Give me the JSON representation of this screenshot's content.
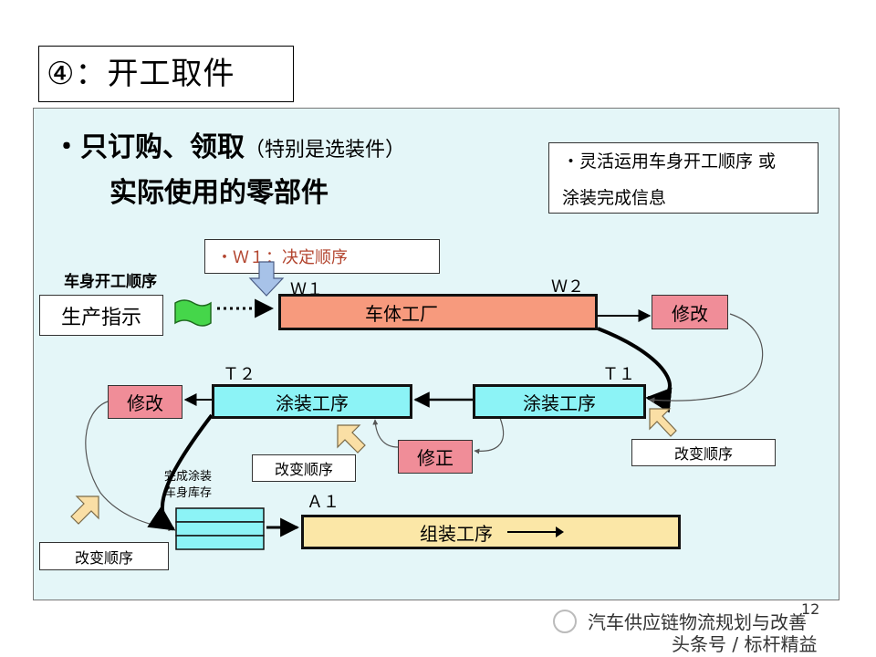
{
  "title": "④：开工取件",
  "bullet_line1": "・只订购、领取",
  "bullet_line1_note": "（特别是选装件）",
  "bullet_line2": "实际使用的零部件",
  "info_line1": "・灵活运用车身开工顺序 或",
  "info_line2": "涂装完成信息",
  "w1_note": "・Ｗ１：决定顺序",
  "body_order_label": "车身开工顺序",
  "production_instruction": "生产指示",
  "w1": "Ｗ１",
  "w2": "Ｗ２",
  "body_factory": "车体工厂",
  "repair": "修改",
  "t2": "Ｔ２",
  "t1": "Ｔ１",
  "paint_process": "涂装工序",
  "correction": "修正",
  "change_order": "改变顺序",
  "painted_stock_line1": "完成涂装",
  "painted_stock_line2": "车身库存",
  "a1": "Ａ１",
  "assembly_process": "组装工序",
  "page_number": "12",
  "watermark_line1": "汽车供应链物流规划与改善",
  "watermark_line2": "头条号 / 标杆精益",
  "colors": {
    "panel": "#e4f6f8",
    "body_factory": "#f79a7d",
    "paint": "#8cf3f6",
    "assembly": "#fbe7a7",
    "repair": "#f08d98",
    "signal_green": "#45d64a",
    "hint_arrow": "#fadfa5"
  }
}
